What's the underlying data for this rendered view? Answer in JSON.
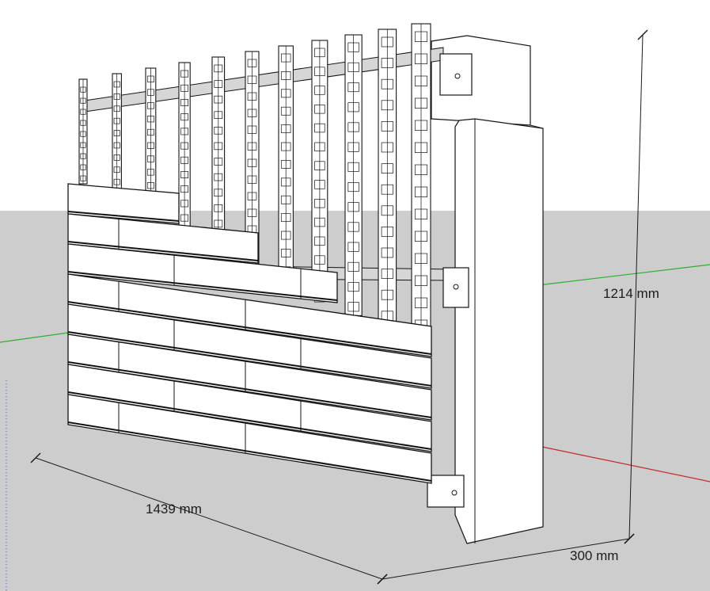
{
  "dimensions": {
    "width_label": "1439 mm",
    "height_label": "1214 mm",
    "depth_label": "300 mm"
  },
  "model": {
    "vertical_profile_count": 11,
    "horizontal_rail_count": 2,
    "board_course_count": 8
  },
  "colors": {
    "sky": "#ffffff",
    "ground": "#cdcdcd",
    "face": "#ffffff",
    "edge": "#141414",
    "axis_green": "#2fae2f",
    "axis_red": "#c8282a",
    "rail_shade": "#bfbfbf"
  }
}
